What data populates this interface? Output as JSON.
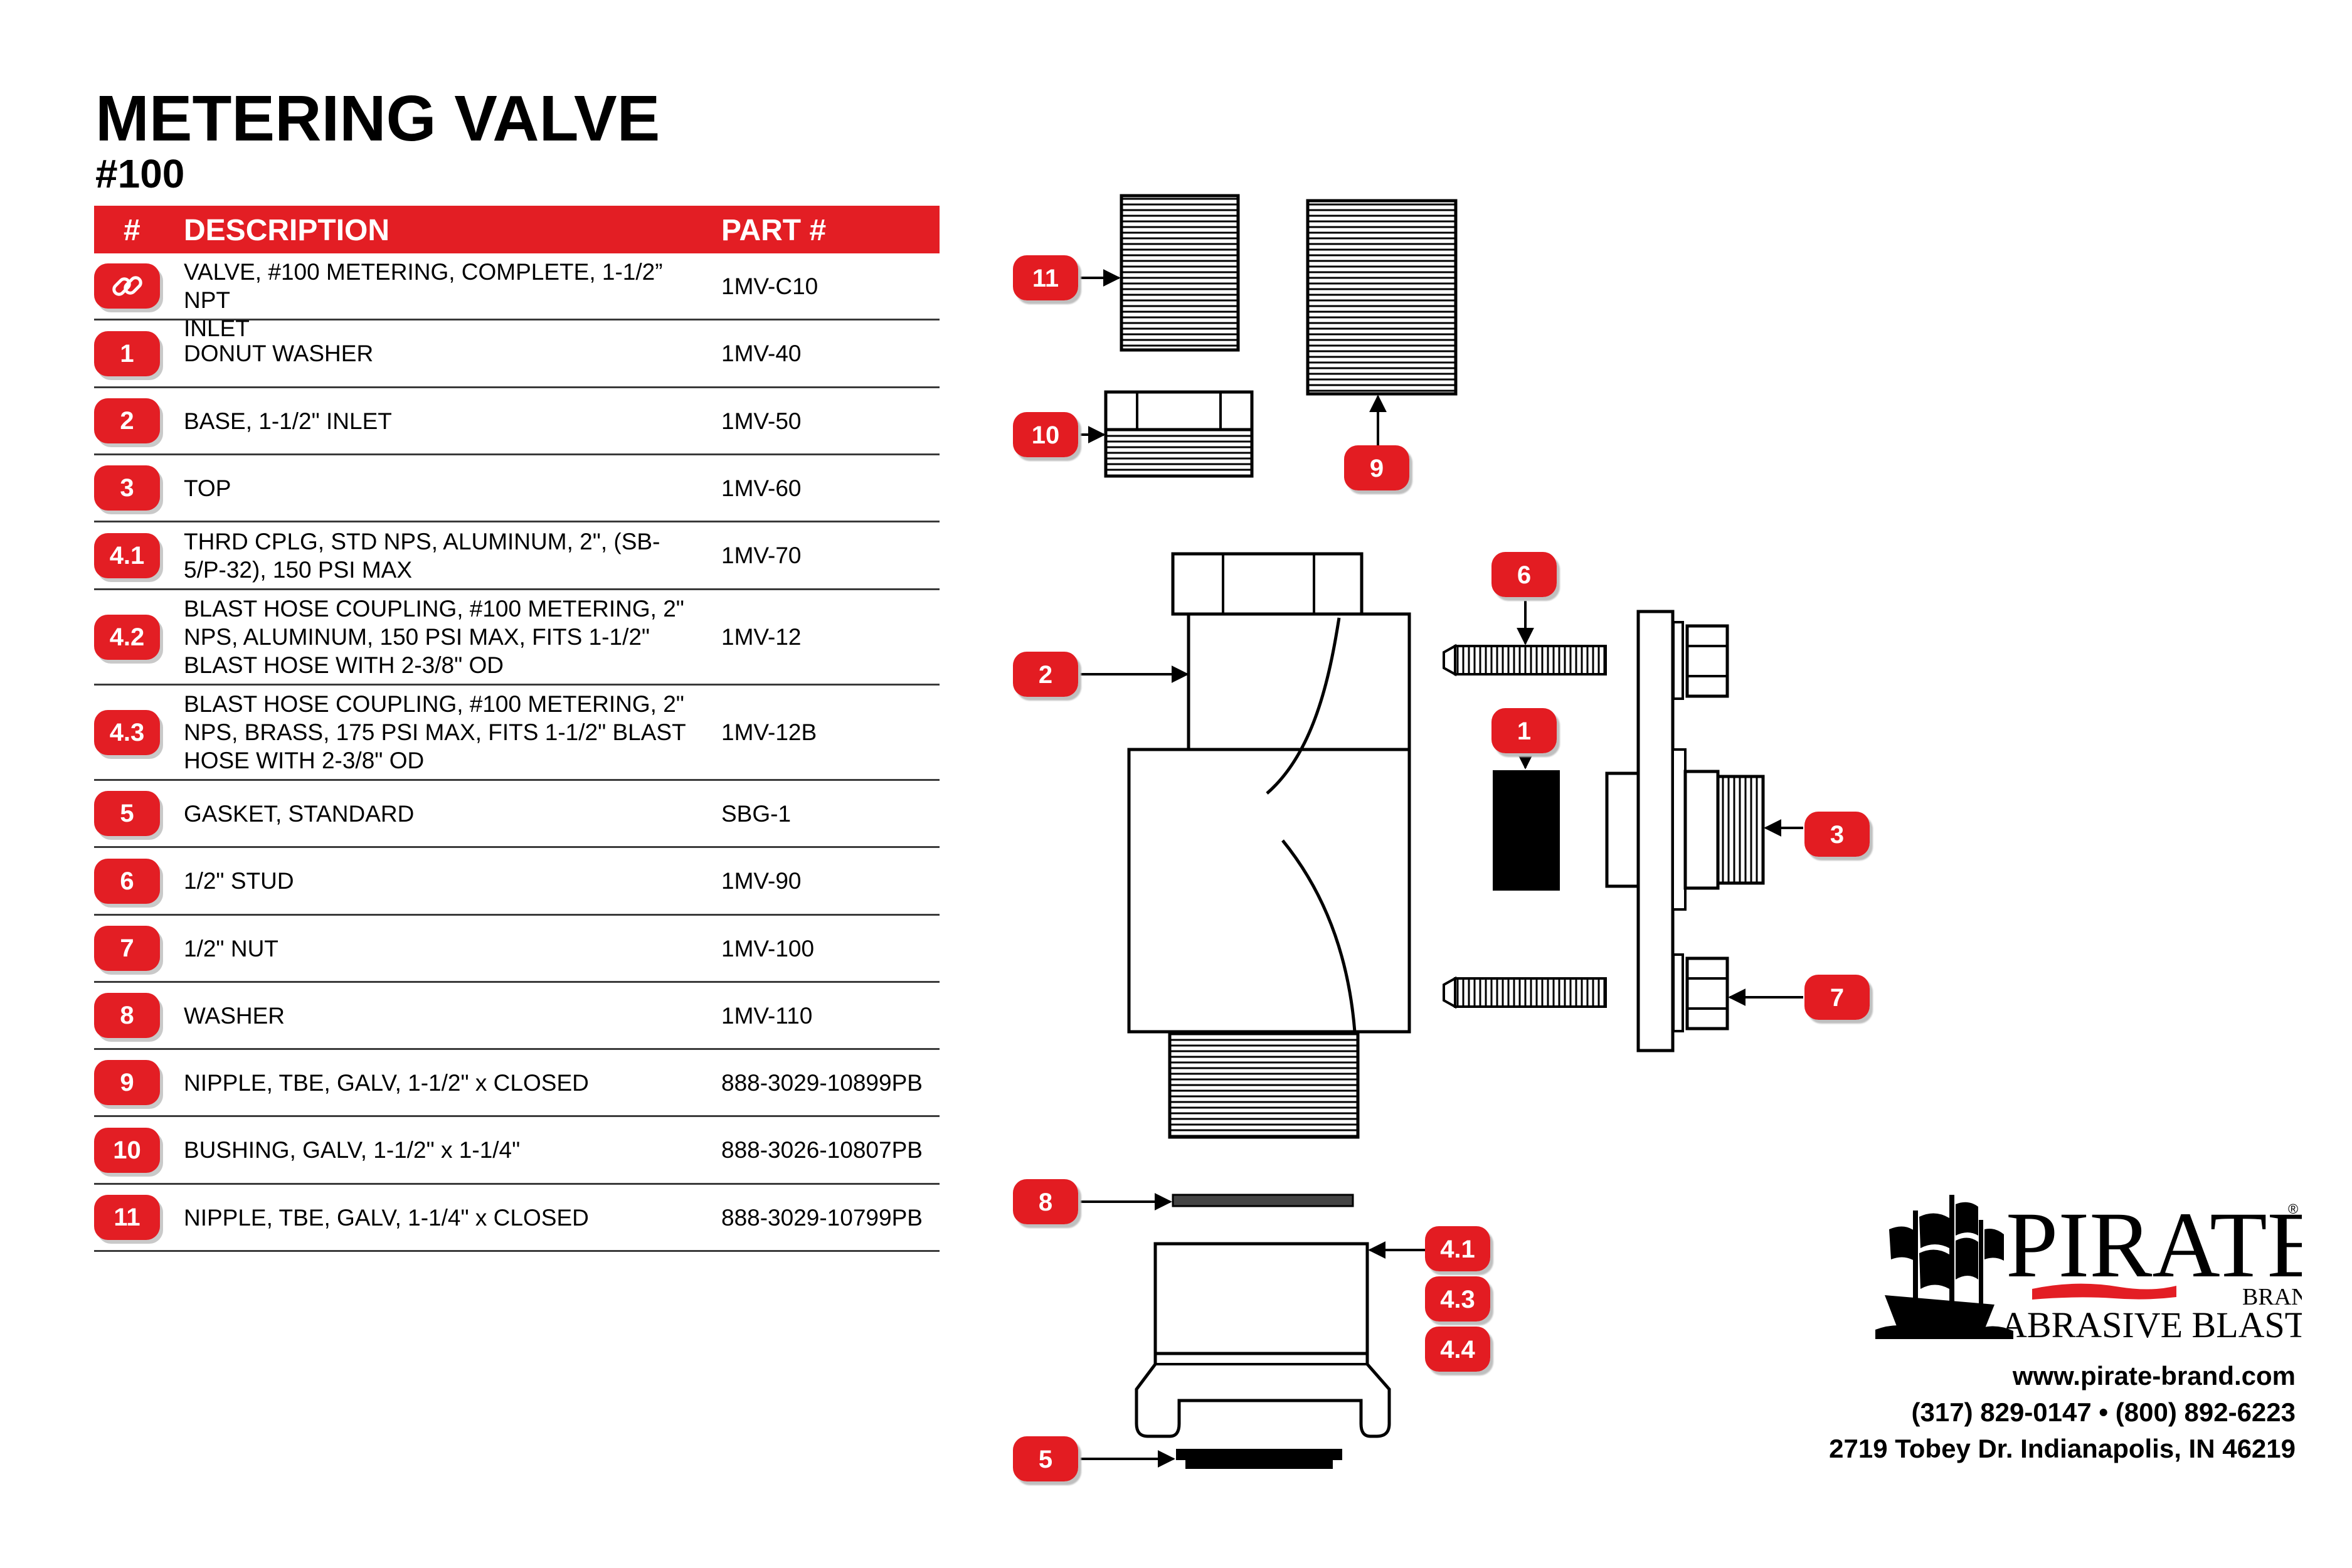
{
  "header": {
    "title": "METERING VALVE",
    "subtitle": "#100"
  },
  "table": {
    "columns": [
      "#",
      "DESCRIPTION",
      "PART #"
    ],
    "rows": [
      {
        "num": "",
        "icon": "link-icon",
        "desc": [
          "VALVE, #100 METERING, COMPLETE, 1-1/2” NPT",
          "INLET"
        ],
        "part": "1MV-C10"
      },
      {
        "num": "1",
        "desc": [
          "DONUT WASHER"
        ],
        "part": "1MV-40"
      },
      {
        "num": "2",
        "desc": [
          "BASE, 1-1/2\" INLET"
        ],
        "part": "1MV-50"
      },
      {
        "num": "3",
        "desc": [
          "TOP"
        ],
        "part": "1MV-60"
      },
      {
        "num": "4.1",
        "desc": [
          "THRD CPLG, STD NPS, ALUMINUM, 2\", (SB-",
          "5/P-32), 150 PSI MAX"
        ],
        "part": "1MV-70"
      },
      {
        "num": "4.2",
        "desc": [
          "BLAST HOSE COUPLING, #100 METERING, 2\"",
          "NPS, ALUMINUM, 150 PSI MAX, FITS 1-1/2\"",
          "BLAST HOSE WITH 2-3/8\" OD"
        ],
        "part": "1MV-12"
      },
      {
        "num": "4.3",
        "desc": [
          "BLAST HOSE COUPLING, #100 METERING, 2\"",
          "NPS, BRASS, 175 PSI MAX, FITS 1-1/2\" BLAST",
          "HOSE WITH 2-3/8\" OD"
        ],
        "part": "1MV-12B"
      },
      {
        "num": "5",
        "desc": [
          "GASKET, STANDARD"
        ],
        "part": "SBG-1"
      },
      {
        "num": "6",
        "desc": [
          "1/2\" STUD"
        ],
        "part": "1MV-90"
      },
      {
        "num": "7",
        "desc": [
          "1/2\" NUT"
        ],
        "part": "1MV-100"
      },
      {
        "num": "8",
        "desc": [
          "WASHER"
        ],
        "part": "1MV-110"
      },
      {
        "num": "9",
        "desc": [
          "NIPPLE, TBE, GALV, 1-1/2\" x CLOSED"
        ],
        "part": "888-3029-10899PB"
      },
      {
        "num": "10",
        "desc": [
          "BUSHING, GALV, 1-1/2\" x 1-1/4\""
        ],
        "part": "888-3026-10807PB"
      },
      {
        "num": "11",
        "desc": [
          "NIPPLE, TBE, GALV, 1-1/4\" x CLOSED"
        ],
        "part": "888-3029-10799PB"
      }
    ]
  },
  "diagram": {
    "callouts": [
      "11",
      "10",
      "9",
      "6",
      "2",
      "1",
      "3",
      "7",
      "8",
      "4.1",
      "4.3",
      "4.4",
      "5"
    ]
  },
  "brand": {
    "name": "PIRATE",
    "registered": "®",
    "sub": "BRAND",
    "tagline": "ABRASIVE BLASTING"
  },
  "contact": {
    "website": "www.pirate-brand.com",
    "phone": "(317) 829-0147 • (800) 892-6223",
    "address": "2719 Tobey Dr. Indianapolis, IN 46219"
  },
  "colors": {
    "accent": "#e31e24"
  }
}
